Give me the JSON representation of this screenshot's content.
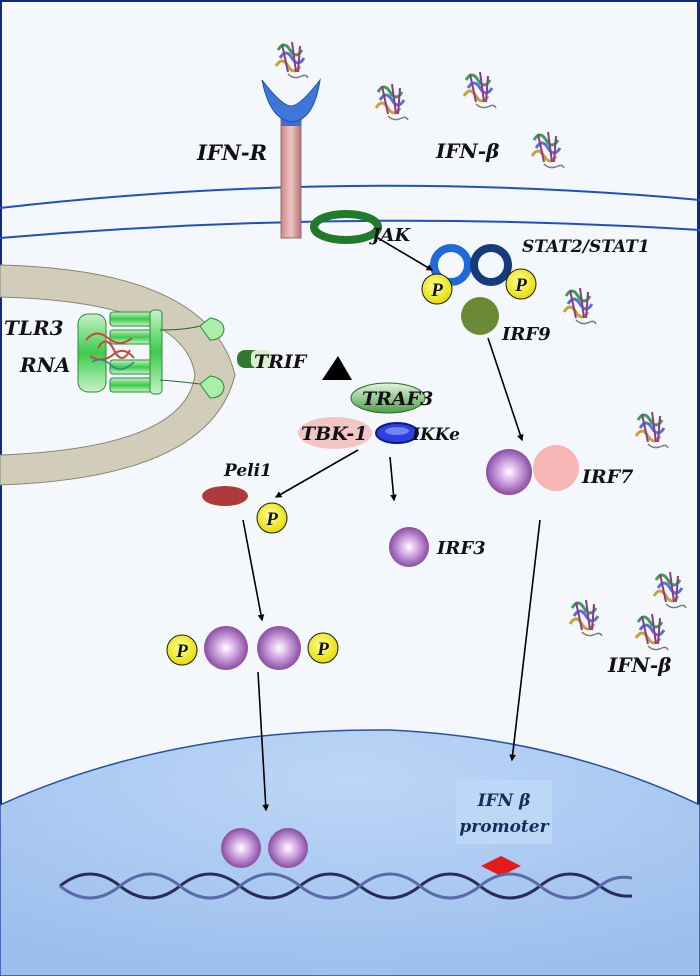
{
  "labels": {
    "ifn_r": "IFN-R",
    "ifn_beta_top": "IFN-β",
    "ifn_beta_right": "IFN-β",
    "jak": "JAK",
    "stat": "STAT2/STAT1",
    "irf9": "IRF9",
    "tlr3": "TLR3",
    "rna": "RNA",
    "trif": "TRIF",
    "traf3": "TRAF3",
    "tbk1": "TBK-1",
    "ikke": "IKKe",
    "peli1": "Peli1",
    "irf3": "IRF3",
    "irf7": "IRF7",
    "promoter_line1": "IFN β",
    "promoter_line2": "promoter",
    "phospho": "P"
  },
  "colors": {
    "cytoplasm": "#f4f8fc",
    "membrane": "#1f4fc4",
    "nucleus": "#a9c8f2",
    "irf_purple": "#9b59b6",
    "phospho_yellow": "#f2ee1c",
    "irf9_green": "#6b8a36",
    "jak_green": "#1f7a2a",
    "stat_blue": "#1f58c8",
    "peli1_red": "#b03a3a",
    "tbk1_pink": "#f3c6c6",
    "promoter_red": "#e41b1b"
  },
  "icons": [
    "ifn-beta-protein-icon",
    "dna-helix-icon",
    "receptor-icon"
  ]
}
